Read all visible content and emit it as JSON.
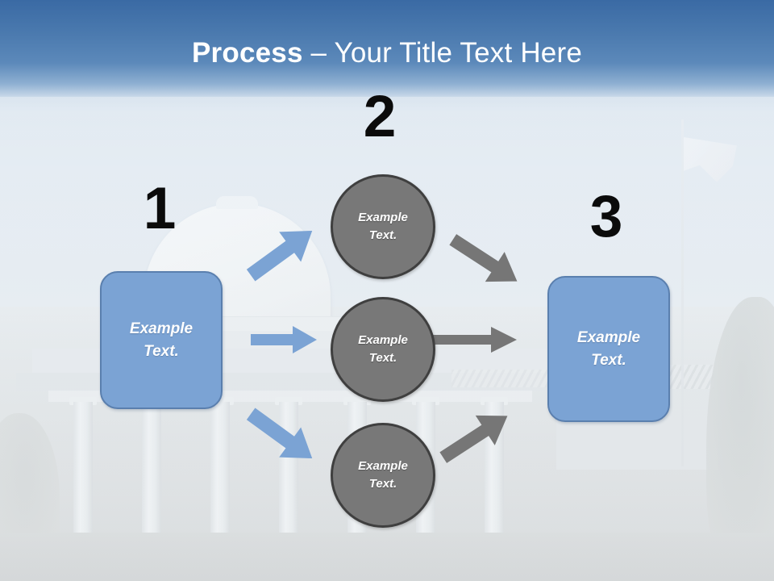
{
  "slide": {
    "title": {
      "strong": "Process",
      "light": " – Your Title Text Here"
    },
    "background": {
      "scene": "faded-capitol-building-photo",
      "sky_top_color": "#3a6aa4",
      "sky_bottom_color": "#dce7f1"
    },
    "colors": {
      "title_text": "#ffffff",
      "step_number": "#0b0b0b",
      "blue_shape_fill": "#7ba3d4",
      "blue_shape_border": "#5a7fae",
      "gray_shape_fill": "#787878",
      "gray_shape_border": "#3f3f3f",
      "blue_arrow": "#7ba3d4",
      "gray_arrow": "#767676",
      "shape_text": "#ffffff"
    },
    "steps": [
      {
        "number": "1",
        "label": "Example\nText."
      },
      {
        "number": "2",
        "label": ""
      },
      {
        "number": "3",
        "label": "Example\nText."
      }
    ],
    "shapes": {
      "left_box": {
        "line1": "Example",
        "line2": "Text."
      },
      "right_box": {
        "line1": "Example",
        "line2": "Text."
      },
      "circle_top": {
        "line1": "Example",
        "line2": "Text."
      },
      "circle_middle": {
        "line1": "Example",
        "line2": "Text."
      },
      "circle_bottom": {
        "line1": "Example",
        "line2": "Text."
      }
    },
    "step_numbers": {
      "one": "1",
      "two": "2",
      "three": "3"
    },
    "arrows": [
      {
        "name": "blue-arrow-up-right",
        "color": "#7ba3d4",
        "direction": "up-right"
      },
      {
        "name": "blue-arrow-right",
        "color": "#7ba3d4",
        "direction": "right"
      },
      {
        "name": "blue-arrow-down-right",
        "color": "#7ba3d4",
        "direction": "down-right"
      },
      {
        "name": "gray-arrow-down-right",
        "color": "#767676",
        "direction": "down-right"
      },
      {
        "name": "gray-arrow-right",
        "color": "#767676",
        "direction": "right"
      },
      {
        "name": "gray-arrow-up-right",
        "color": "#767676",
        "direction": "up-right"
      }
    ]
  }
}
